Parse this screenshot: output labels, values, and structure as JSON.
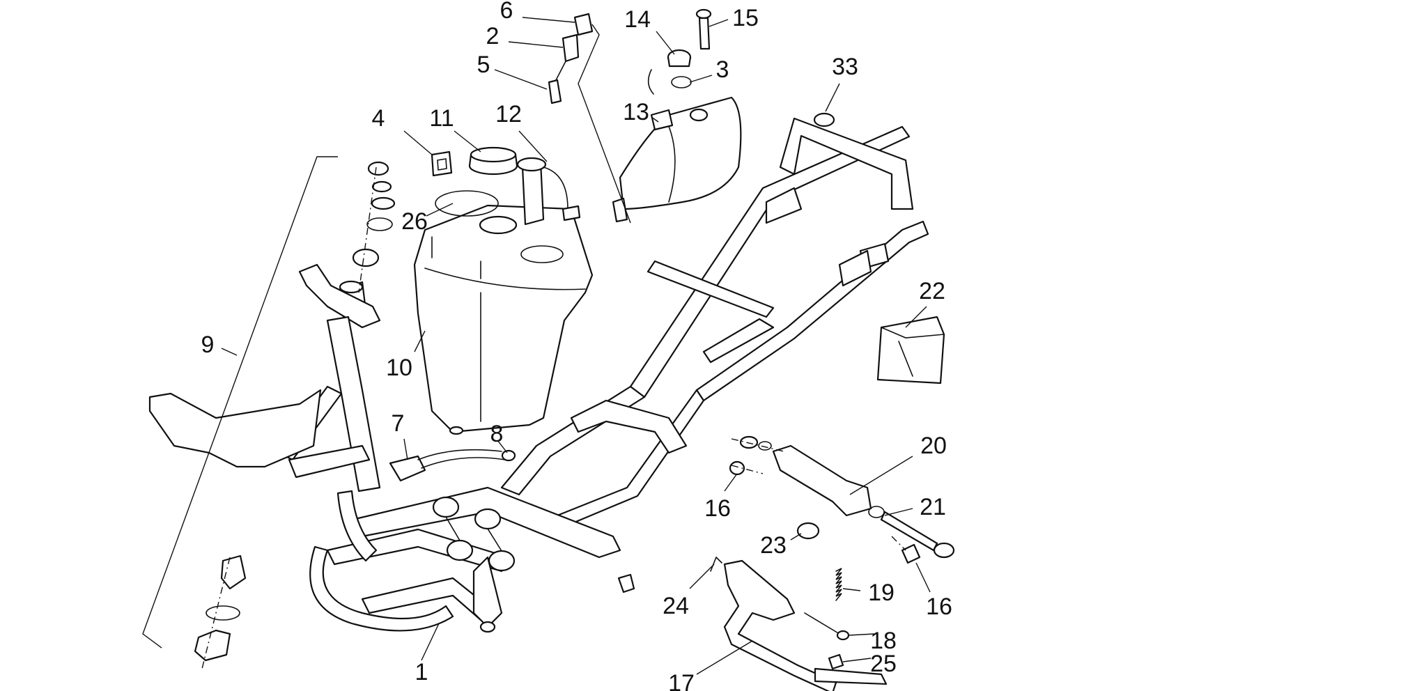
{
  "diagram": {
    "callouts": [
      {
        "id": "6",
        "label": "6"
      },
      {
        "id": "2",
        "label": "2"
      },
      {
        "id": "5",
        "label": "5"
      },
      {
        "id": "14",
        "label": "14"
      },
      {
        "id": "15",
        "label": "15"
      },
      {
        "id": "3",
        "label": "3"
      },
      {
        "id": "33",
        "label": "33"
      },
      {
        "id": "13",
        "label": "13"
      },
      {
        "id": "4",
        "label": "4"
      },
      {
        "id": "11",
        "label": "11"
      },
      {
        "id": "12",
        "label": "12"
      },
      {
        "id": "26",
        "label": "26"
      },
      {
        "id": "9",
        "label": "9"
      },
      {
        "id": "10",
        "label": "10"
      },
      {
        "id": "22",
        "label": "22"
      },
      {
        "id": "7",
        "label": "7"
      },
      {
        "id": "8",
        "label": "8"
      },
      {
        "id": "20",
        "label": "20"
      },
      {
        "id": "16a",
        "label": "16"
      },
      {
        "id": "21",
        "label": "21"
      },
      {
        "id": "23",
        "label": "23"
      },
      {
        "id": "19",
        "label": "19"
      },
      {
        "id": "16b",
        "label": "16"
      },
      {
        "id": "24",
        "label": "24"
      },
      {
        "id": "18",
        "label": "18"
      },
      {
        "id": "25",
        "label": "25"
      },
      {
        "id": "1",
        "label": "1"
      },
      {
        "id": "17",
        "label": "17"
      }
    ]
  }
}
